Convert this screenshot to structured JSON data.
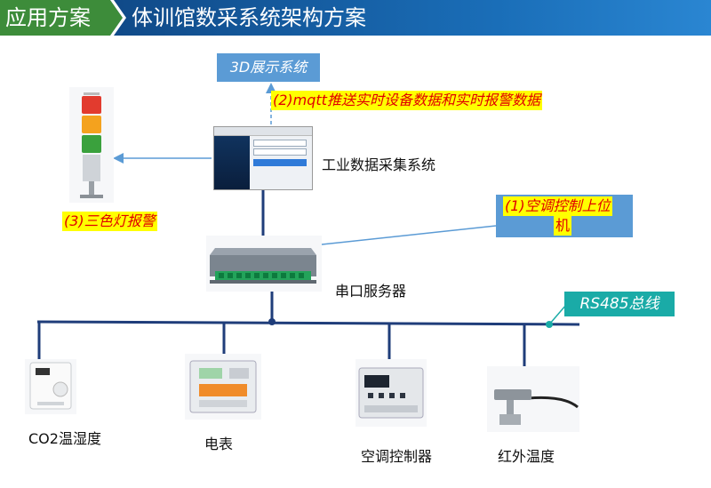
{
  "header": {
    "left_title": "应用方案",
    "main_title": "体训馆数采系统架构方案"
  },
  "nodes": {
    "display_3d": "3D展示系统",
    "mqtt_note": "(2)mqtt推送实时设备数据和实时报警数据",
    "collector": "工业数据采集系统",
    "ac_host_line1": "(1)空调控制上位",
    "ac_host_line2": "机",
    "tricolor_note": "(3)三色灯报警",
    "serial_server": "串口服务器",
    "bus_label": "RS485总线"
  },
  "devices": [
    {
      "label": "CO2温湿度"
    },
    {
      "label": "电表"
    },
    {
      "label": "空调控制器"
    },
    {
      "label": "红外温度"
    }
  ],
  "colors": {
    "header_green": "#3d8c3a",
    "header_blue": "#1a6eb8",
    "accent_blue": "#5b9bd5",
    "highlight_yellow": "#ffff00",
    "highlight_red": "#e00000",
    "bus_teal": "#1aaba7",
    "line_navy": "#1f3d7a"
  }
}
